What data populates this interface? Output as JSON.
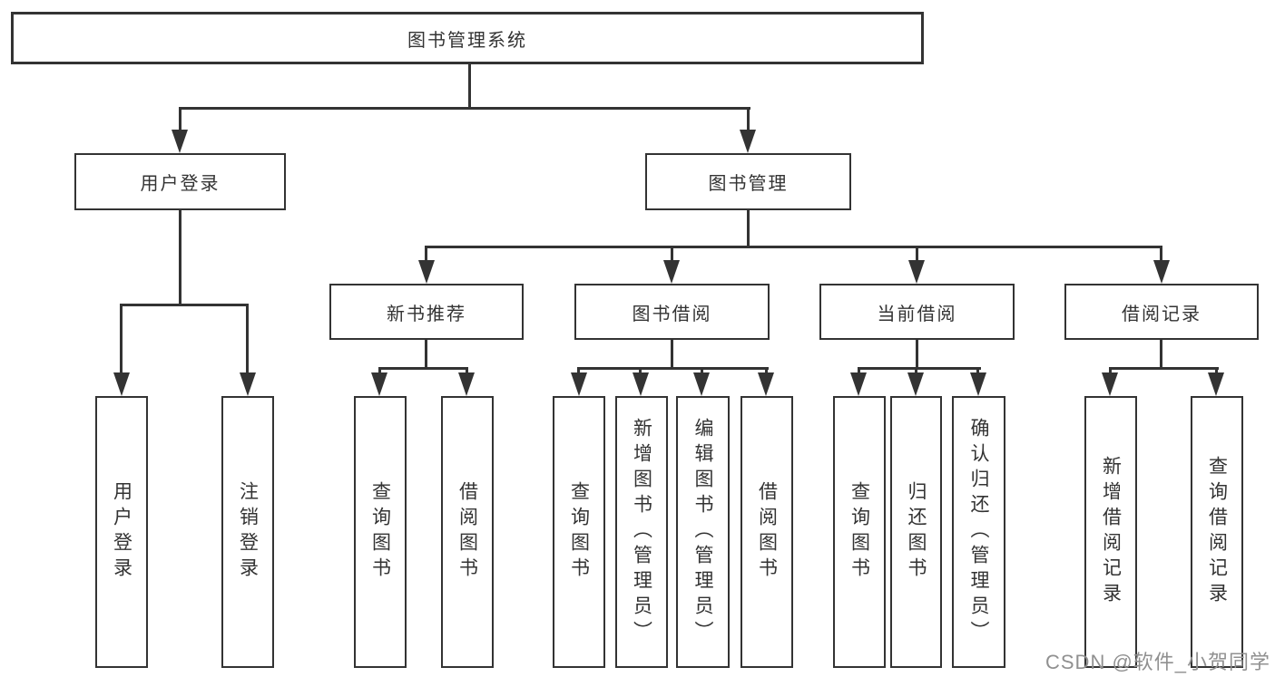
{
  "diagram": {
    "root": {
      "label": "图书管理系统"
    },
    "level2": [
      {
        "label": "用户登录"
      },
      {
        "label": "图书管理"
      }
    ],
    "level3": [
      {
        "label": "新书推荐"
      },
      {
        "label": "图书借阅"
      },
      {
        "label": "当前借阅"
      },
      {
        "label": "借阅记录"
      }
    ],
    "leaves": [
      {
        "label": "用户登录",
        "parent": "用户登录"
      },
      {
        "label": "注销登录",
        "parent": "用户登录"
      },
      {
        "label": "查询图书",
        "parent": "新书推荐"
      },
      {
        "label": "借阅图书",
        "parent": "新书推荐"
      },
      {
        "label": "查询图书",
        "parent": "图书借阅"
      },
      {
        "label": "新增图书（管理员）",
        "parent": "图书借阅"
      },
      {
        "label": "编辑图书（管理员）",
        "parent": "图书借阅"
      },
      {
        "label": "借阅图书",
        "parent": "图书借阅"
      },
      {
        "label": "查询图书",
        "parent": "当前借阅"
      },
      {
        "label": "归还图书",
        "parent": "当前借阅"
      },
      {
        "label": "确认归还（管理员）",
        "parent": "当前借阅"
      },
      {
        "label": "新增借阅记录",
        "parent": "借阅记录"
      },
      {
        "label": "查询借阅记录",
        "parent": "借阅记录"
      }
    ]
  },
  "watermark": {
    "text": "CSDN @软件_小贺同学"
  },
  "colors": {
    "line": "#333333",
    "text": "#333333",
    "background": "#ffffff",
    "watermark": "#909090"
  }
}
